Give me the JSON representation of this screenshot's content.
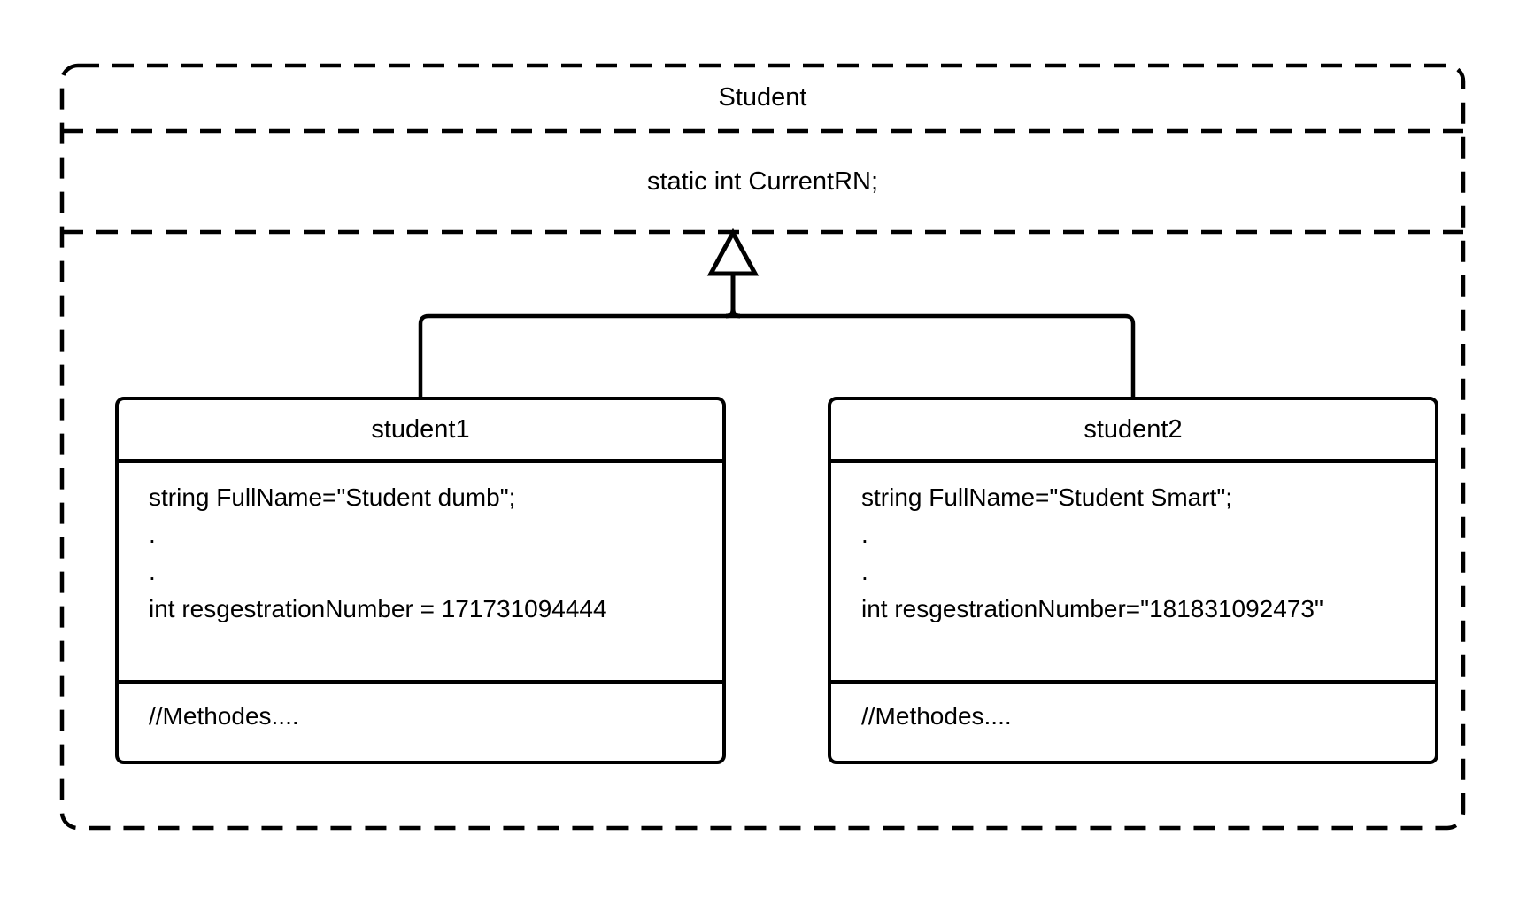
{
  "diagram": {
    "class_title": "Student",
    "static_field": "static int CurrentRN;",
    "instances": [
      {
        "name": "student1",
        "attributes": [
          "string FullName=\"Student dumb\";",
          ".",
          ".",
          "int resgestrationNumber = 171731094444"
        ],
        "methods": "//Methodes...."
      },
      {
        "name": "student2",
        "attributes": [
          "string FullName=\"Student Smart\";",
          ".",
          ".",
          "int resgestrationNumber=\"181831092473\""
        ],
        "methods": "//Methodes...."
      }
    ],
    "colors": {
      "stroke": "#000000",
      "background": "#ffffff"
    }
  }
}
